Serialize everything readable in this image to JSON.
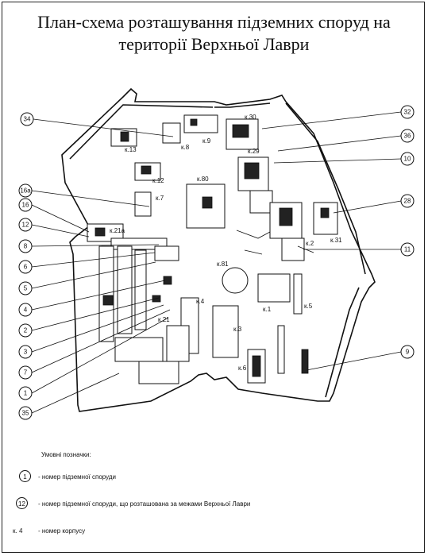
{
  "title": {
    "line1": "План-схема розташування підземних споруд на",
    "line2": "території Верхньої Лаври"
  },
  "buildings": [
    {
      "id": "k13",
      "label": "к.13"
    },
    {
      "id": "k8",
      "label": "к.8"
    },
    {
      "id": "k9",
      "label": "к.9"
    },
    {
      "id": "k30",
      "label": "к.30"
    },
    {
      "id": "k29",
      "label": "к.29"
    },
    {
      "id": "k12",
      "label": "к.12"
    },
    {
      "id": "k80",
      "label": "к.80"
    },
    {
      "id": "k7",
      "label": "к.7"
    },
    {
      "id": "k21a",
      "label": "к.21а"
    },
    {
      "id": "k2",
      "label": "к.2"
    },
    {
      "id": "k31",
      "label": "к.31"
    },
    {
      "id": "k81",
      "label": "к.81"
    },
    {
      "id": "k1",
      "label": "к.1"
    },
    {
      "id": "k5",
      "label": "к.5"
    },
    {
      "id": "k4",
      "label": "к.4"
    },
    {
      "id": "k21",
      "label": "к.21"
    },
    {
      "id": "k3",
      "label": "к.3"
    },
    {
      "id": "k6",
      "label": "к.6"
    }
  ],
  "markers": [
    {
      "id": "m34",
      "label": "34"
    },
    {
      "id": "m16a",
      "label": "16а"
    },
    {
      "id": "m16",
      "label": "16"
    },
    {
      "id": "m12",
      "label": "12"
    },
    {
      "id": "m8",
      "label": "8"
    },
    {
      "id": "m6",
      "label": "6"
    },
    {
      "id": "m5",
      "label": "5"
    },
    {
      "id": "m4",
      "label": "4"
    },
    {
      "id": "m2",
      "label": "2"
    },
    {
      "id": "m3",
      "label": "3"
    },
    {
      "id": "m7",
      "label": "7"
    },
    {
      "id": "m1",
      "label": "1"
    },
    {
      "id": "m35",
      "label": "35"
    },
    {
      "id": "m32",
      "label": "32"
    },
    {
      "id": "m36",
      "label": "36"
    },
    {
      "id": "m10",
      "label": "10"
    },
    {
      "id": "m28",
      "label": "28"
    },
    {
      "id": "m11",
      "label": "11"
    },
    {
      "id": "m9",
      "label": "9"
    }
  ],
  "legend": {
    "heading": "Умовні позначки:",
    "items": [
      {
        "symbol": "1",
        "text": "- номер підземної споруди"
      },
      {
        "symbol": "12",
        "text": "- номер підземної споруди, що розташована за межами Верхньої Лаври"
      },
      {
        "symbol": "к. 4",
        "text": "- номер корпусу"
      }
    ]
  }
}
